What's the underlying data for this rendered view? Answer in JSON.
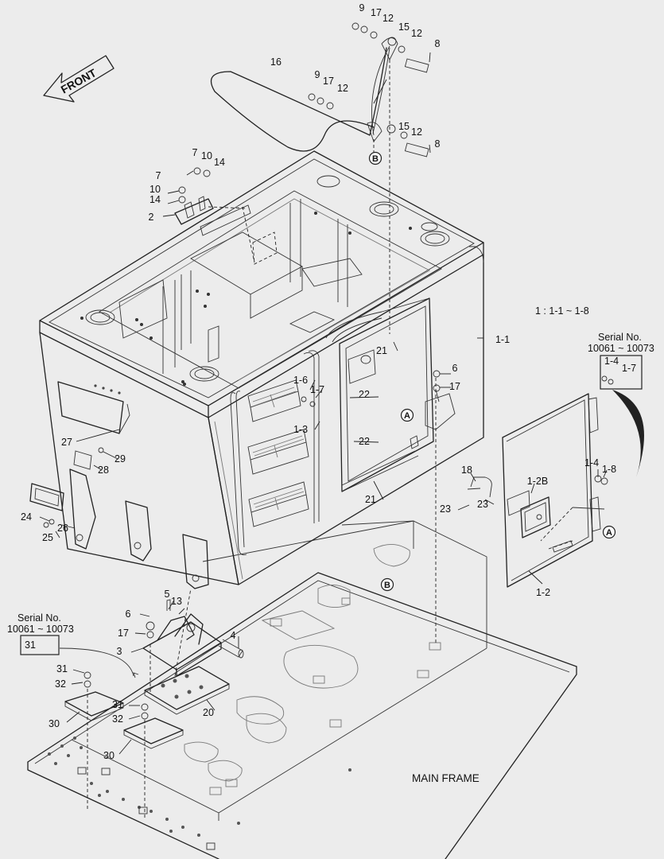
{
  "direction_arrow": {
    "label": "FRONT"
  },
  "legend": {
    "note": "1 : 1-1 ~ 1-8"
  },
  "serial_boxes": [
    {
      "title": "Serial No.",
      "range": "10061 ~ 10073",
      "part_a": "1-4",
      "part_b": "1-7"
    },
    {
      "title": "Serial No.",
      "range": "10061 ~ 10073",
      "part_a": "31"
    }
  ],
  "reference_marks": [
    "A",
    "B"
  ],
  "main_frame": {
    "label": "MAIN FRAME"
  },
  "part_labels": [
    "9",
    "17",
    "12",
    "15",
    "12",
    "8",
    "16",
    "9",
    "17",
    "12",
    "15",
    "12",
    "8",
    "7",
    "10",
    "14",
    "7",
    "10",
    "14",
    "2",
    "21",
    "1-1",
    "6",
    "17",
    "1-6",
    "1-7",
    "22",
    "1-3",
    "22",
    "21",
    "27",
    "29",
    "28",
    "24",
    "26",
    "25",
    "18",
    "23",
    "23",
    "1-2B",
    "1-4",
    "1-8",
    "1-2",
    "5",
    "13",
    "6",
    "17",
    "4",
    "3",
    "31",
    "32",
    "31",
    "32",
    "20",
    "30",
    "30"
  ]
}
